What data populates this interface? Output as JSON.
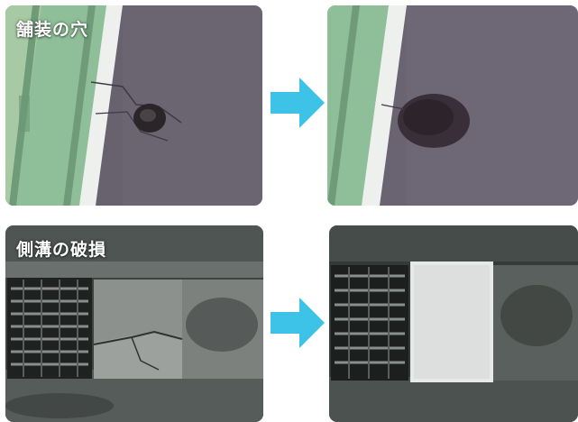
{
  "rows": [
    {
      "caption": "舗装の穴",
      "before_image": "pothole-before-photo",
      "after_image": "pothole-repaired-photo"
    },
    {
      "caption": "側溝の破損",
      "before_image": "damaged-gutter-cover-photo",
      "after_image": "replaced-gutter-cover-photo"
    }
  ],
  "arrow": {
    "icon": "right-arrow-icon",
    "color": "#3ec3e8"
  }
}
